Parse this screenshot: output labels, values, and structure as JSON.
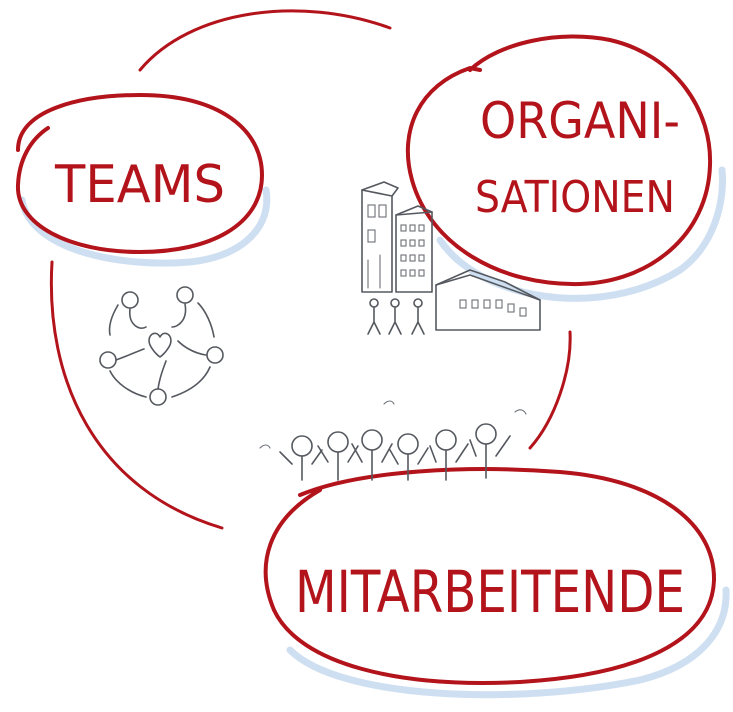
{
  "nodes": {
    "teams": {
      "label": "TEAMS"
    },
    "organisationen": {
      "line1": "ORGANI-",
      "line2": "SATIONEN"
    },
    "mitarbeitende": {
      "label": "MITARBEITENDE"
    }
  },
  "colors": {
    "accent_red": "#b3141b",
    "sketch_gray": "#55595f",
    "shadow_blue": "#cfdff2",
    "background": "#ffffff"
  },
  "icons": {
    "teams": "team-circle-heart-icon",
    "organisationen": "buildings-people-icon",
    "mitarbeitende": "cheering-crowd-icon"
  }
}
